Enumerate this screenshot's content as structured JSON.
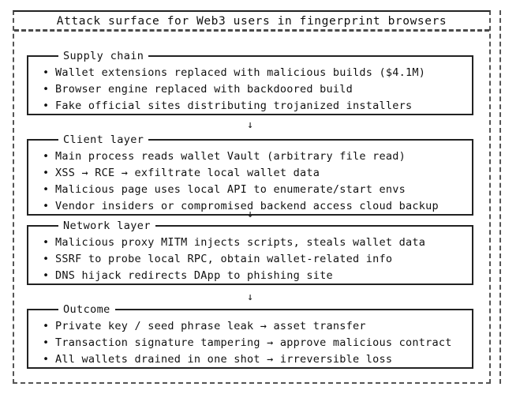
{
  "title": "Attack surface for Web3 users in fingerprint browsers",
  "bullet_glyph": "•",
  "connector_glyph": "↓",
  "colors": {
    "frame": "#222222",
    "dashed_rule": "#4a4a4a",
    "text": "#111111",
    "background": "#ffffff"
  },
  "sections": [
    {
      "legend": "Supply chain",
      "items": [
        "Wallet extensions replaced with malicious builds ($4.1M)",
        "Browser engine replaced with backdoored build",
        "Fake official sites distributing trojanized installers"
      ]
    },
    {
      "legend": "Client layer",
      "items": [
        "Main process reads wallet Vault (arbitrary file read)",
        "XSS → RCE → exfiltrate local wallet data",
        "Malicious page uses local API to enumerate/start envs",
        "Vendor insiders or compromised backend access cloud backup"
      ]
    },
    {
      "legend": "Network layer",
      "items": [
        "Malicious proxy MITM injects scripts, steals wallet data",
        "SSRF to probe local RPC, obtain wallet-related info",
        "DNS hijack redirects DApp to phishing site"
      ]
    },
    {
      "legend": "Outcome",
      "items": [
        "Private key / seed phrase leak → asset transfer",
        "Transaction signature tampering → approve malicious contract",
        "All wallets drained in one shot → irreversible loss"
      ]
    }
  ],
  "connectors": [
    "↓",
    "↓",
    "↓"
  ]
}
